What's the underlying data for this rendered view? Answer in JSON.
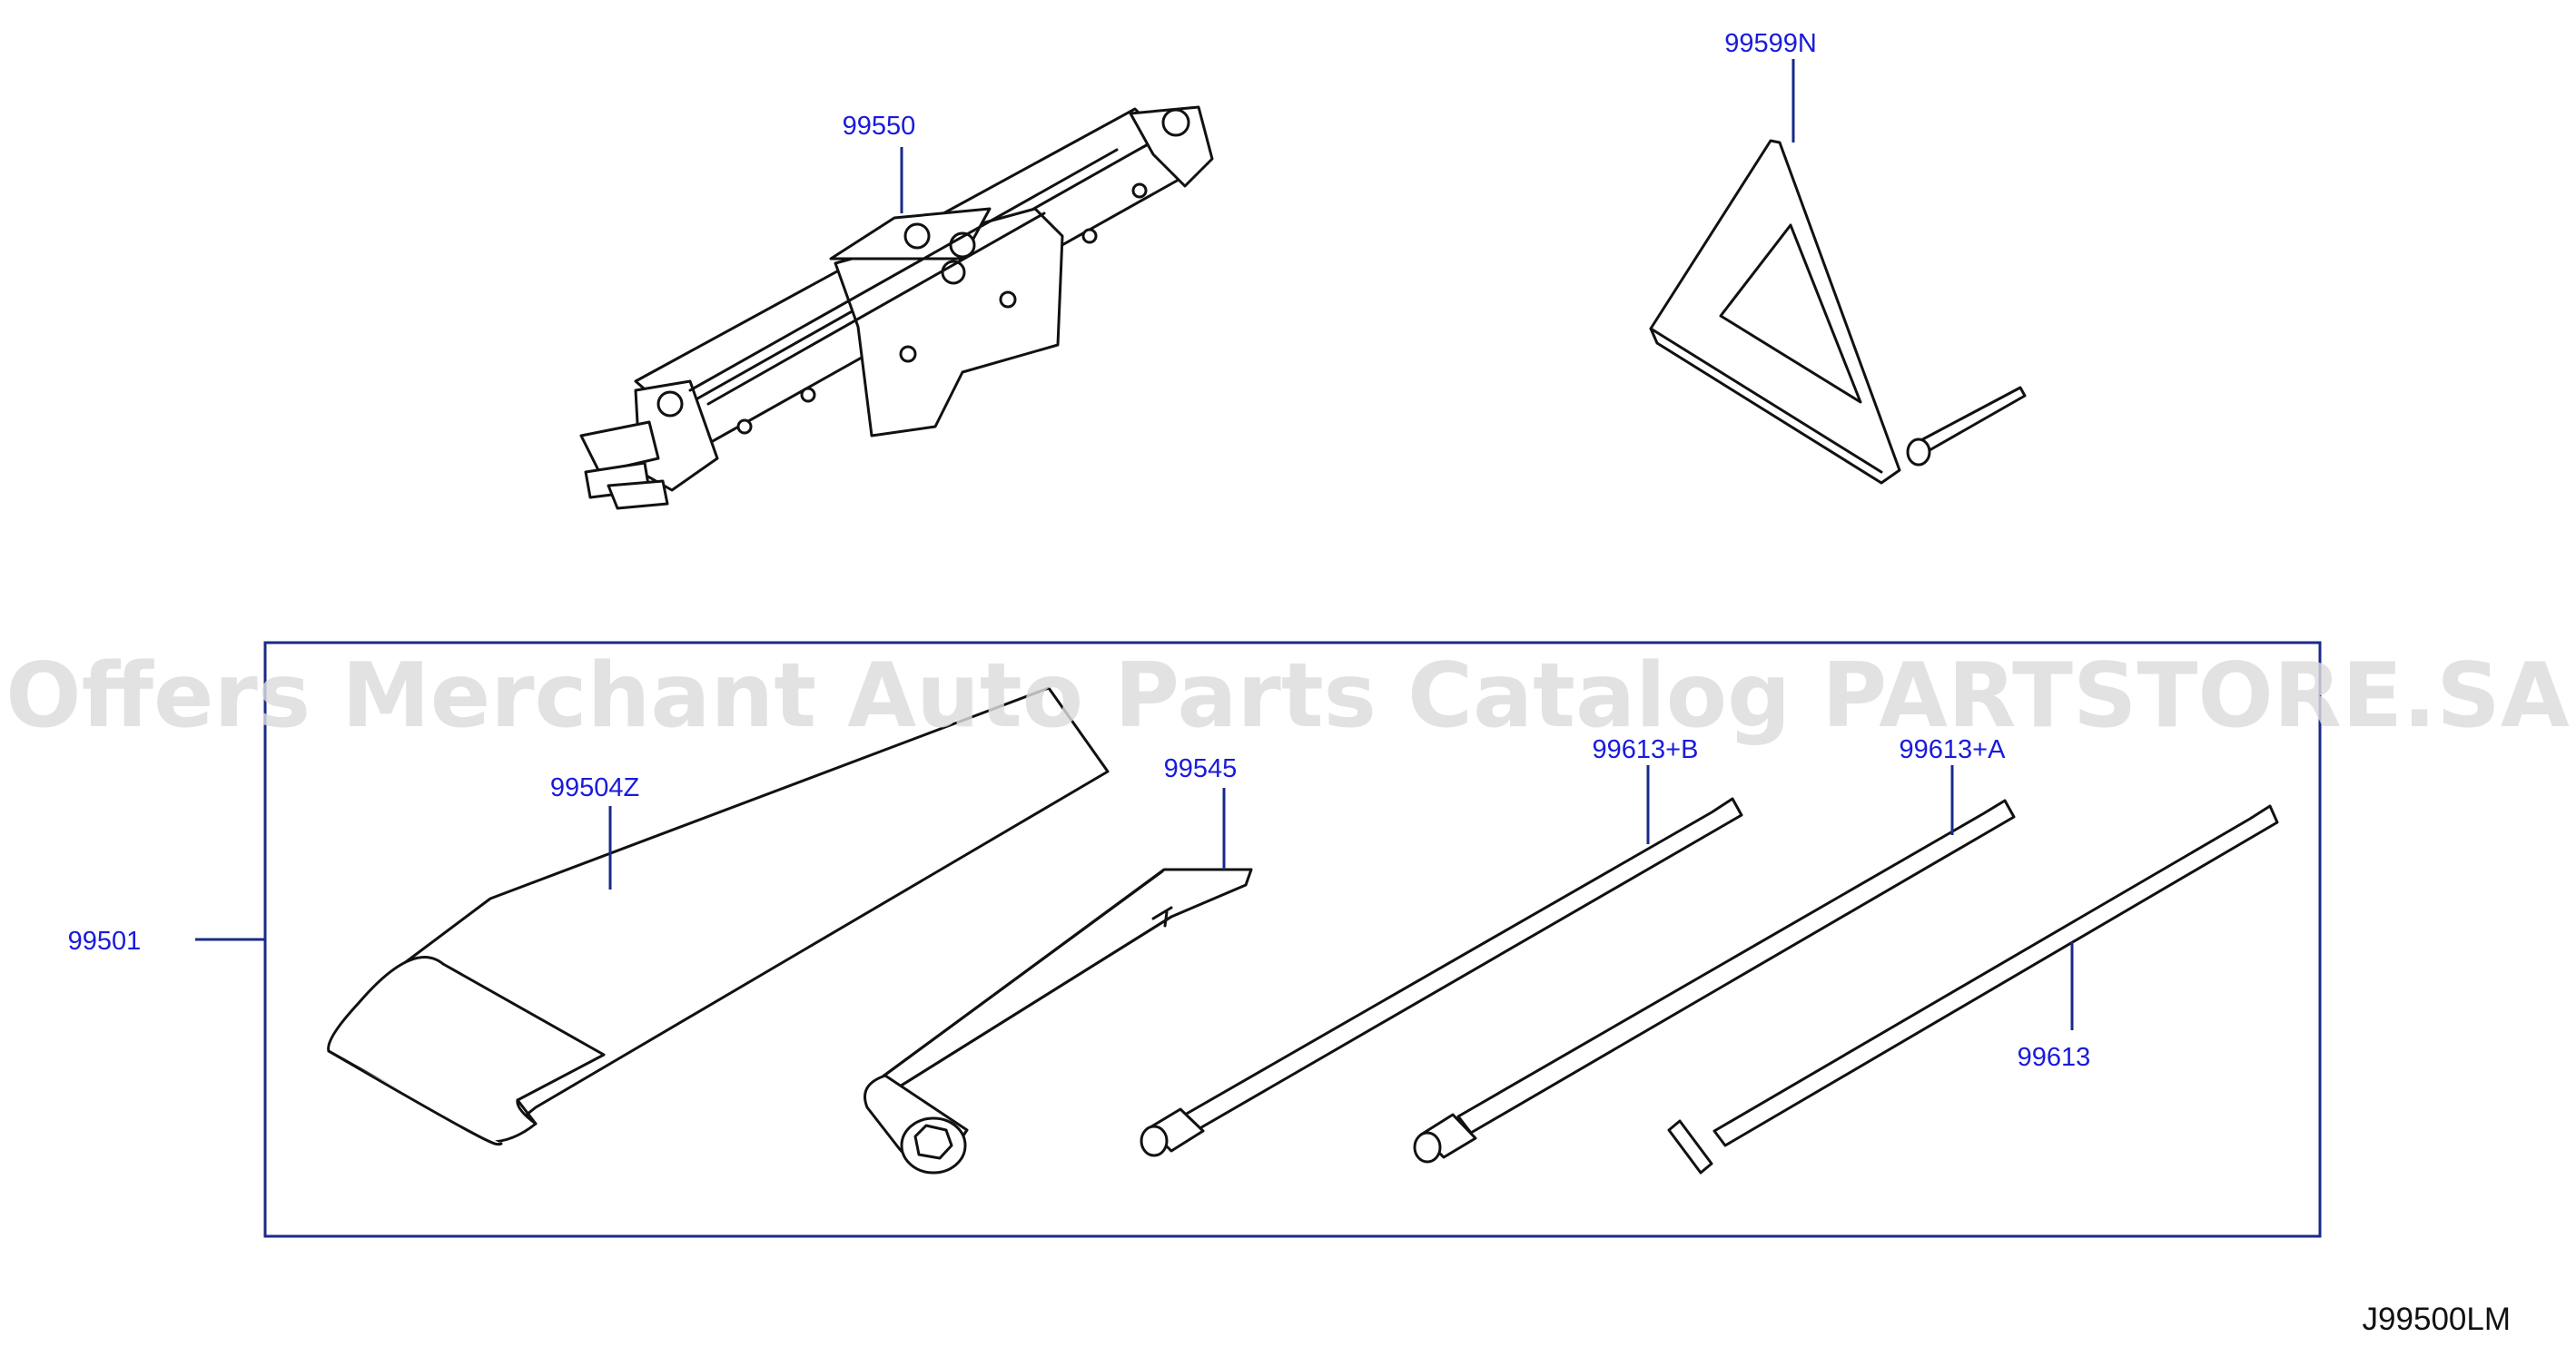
{
  "callouts": {
    "jack": "99550",
    "triangle": "99599N",
    "tool_kit": "99501",
    "tool_bag": "99504Z",
    "wheel_wrench": "99545",
    "bar_b": "99613+B",
    "bar_a": "99613+A",
    "bar": "99613"
  },
  "diagram_code": "J99500LM",
  "watermark": "Offers Merchant Auto Parts Catalog PARTSTORE.SA",
  "colors": {
    "label_blue": "#1a1adc",
    "leader_blue": "#1a2a8a",
    "outline": "#111111",
    "watermark_gray": "#dcdcdc"
  }
}
